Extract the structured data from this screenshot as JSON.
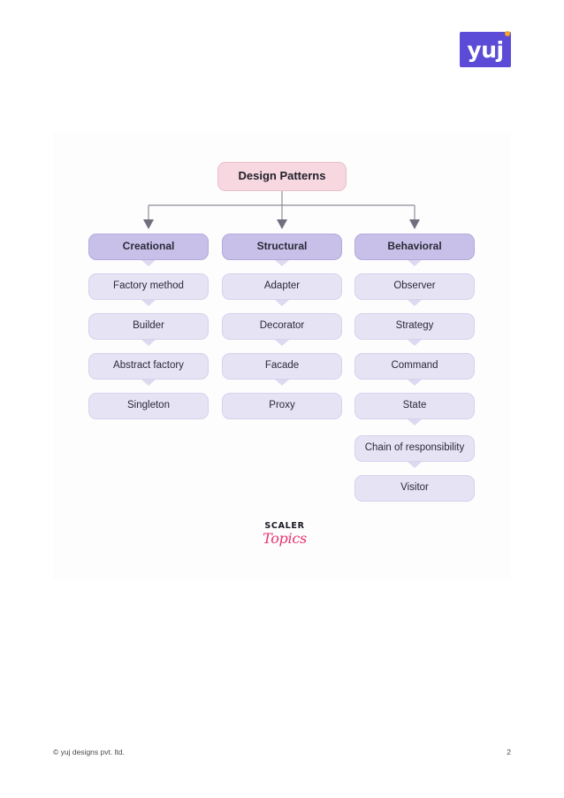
{
  "brand": {
    "logo_text": "yuj",
    "logo_bg": "#5b4bd6",
    "logo_dot_color": "#f5a623"
  },
  "diagram": {
    "root": {
      "label": "Design Patterns",
      "color": "#f8d8e0"
    },
    "category_color": "#c8c0e8",
    "item_color": "#e6e3f5",
    "columns": [
      {
        "category": "Creational",
        "items": [
          "Factory method",
          "Builder",
          "Abstract factory",
          "Singleton"
        ]
      },
      {
        "category": "Structural",
        "items": [
          "Adapter",
          "Decorator",
          "Facade",
          "Proxy"
        ]
      },
      {
        "category": "Behavioral",
        "items": [
          "Observer",
          "Strategy",
          "Command",
          "State",
          "Chain of responsibility",
          "Visitor"
        ]
      }
    ]
  },
  "watermark": {
    "top_text": "SCALER",
    "bottom_text": "Topics",
    "accent_color": "#e8336d"
  },
  "footer": {
    "copyright": "© yuj designs pvt. ltd.",
    "page_number": "2"
  }
}
